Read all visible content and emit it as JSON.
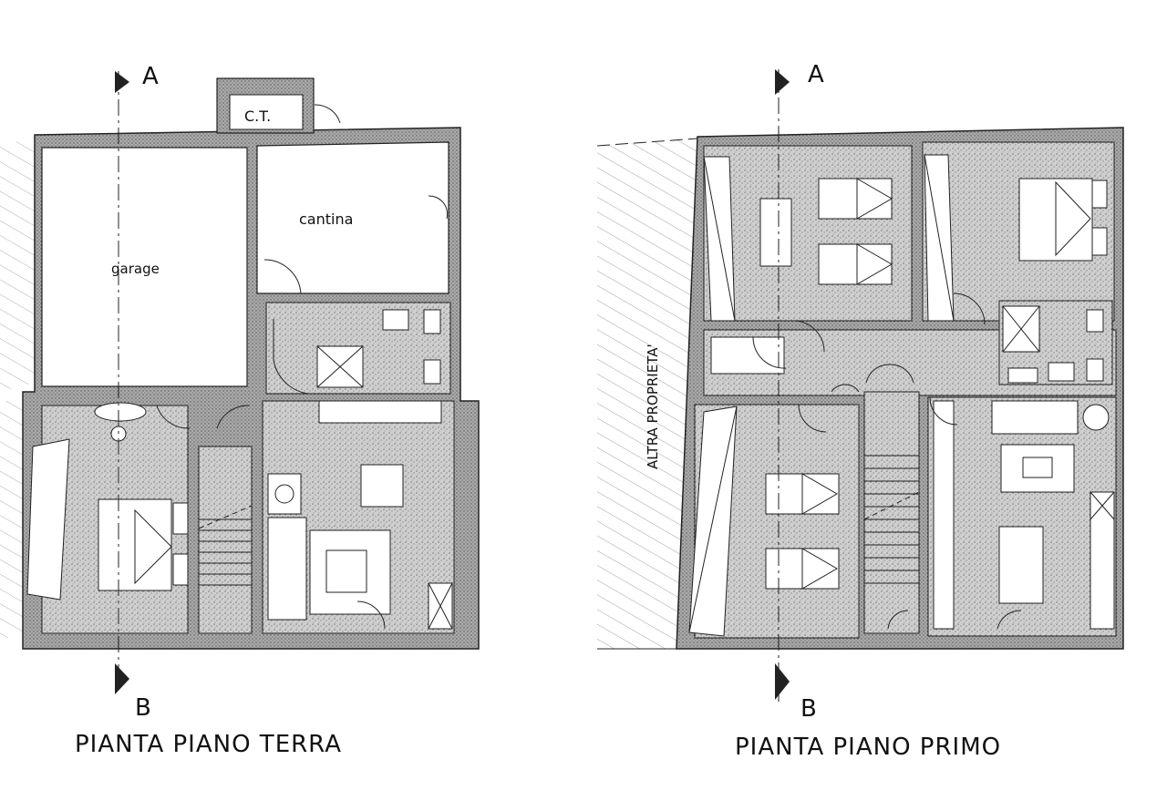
{
  "plans": {
    "ground": {
      "title": "PIANTA PIANO TERRA",
      "rooms": {
        "garage": "garage",
        "cantina": "cantina",
        "ct": "C.T."
      },
      "section_top": "A",
      "section_bottom": "B"
    },
    "first": {
      "title": "PIANTA PIANO PRIMO",
      "neighbor": "ALTRA PROPRIETA'",
      "section_top": "A",
      "section_bottom": "B"
    }
  },
  "colors": {
    "ink": "#111111",
    "floor": "#c9c9c9",
    "wall": "#9a9a9a",
    "paper": "#ffffff"
  }
}
